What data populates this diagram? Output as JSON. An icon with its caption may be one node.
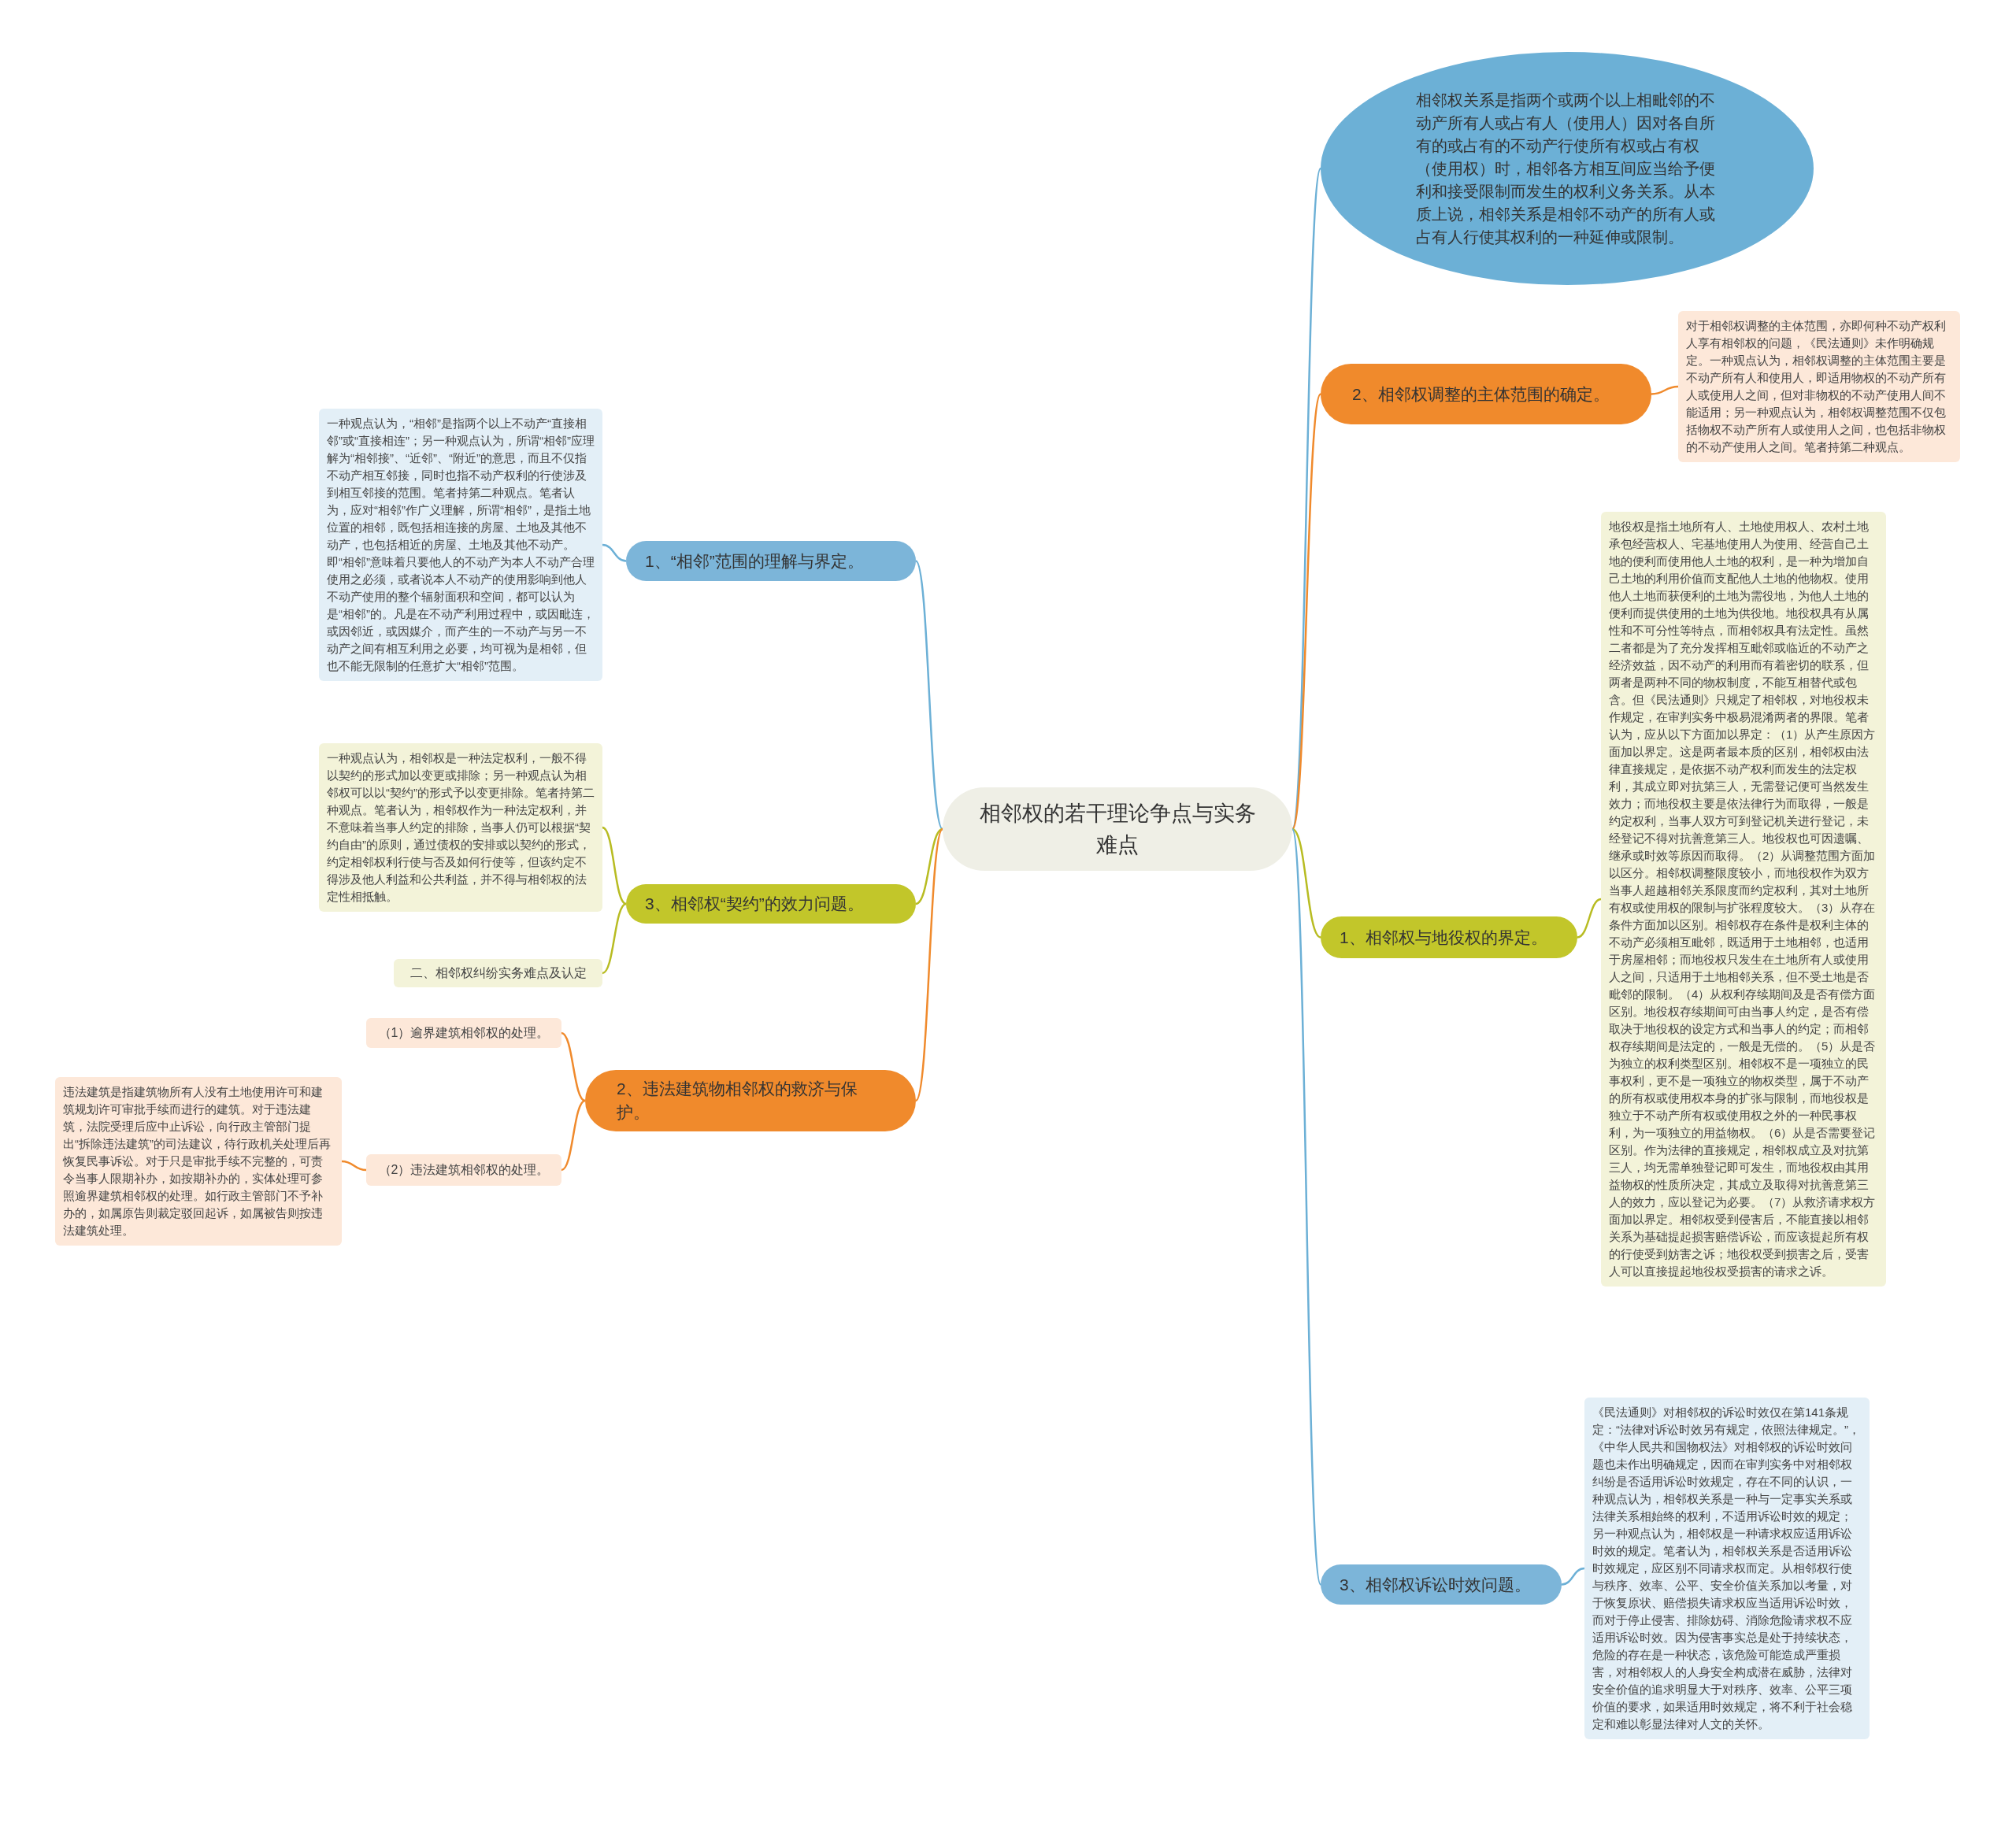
{
  "diagram": {
    "nodes": [
      {
        "text": [
          "相邻权的若干理论争点与实务难点"
        ]
      },
      {
        "text": [
          "相邻权关系是指两个或两个以上相毗邻的不动产所有人或占有人（使用人）因对各自所有的或占有的不动产行使所有权或占有权（使用权）时，相邻各方相互间应当给予便利和接受限制而发生的权利义务关系。从本质上说，相邻关系是相邻不动产的所有人或占有人行使其权利的一种延伸或限制。"
        ]
      },
      {
        "text": [
          "2、相邻权调整的主体范围的确定。"
        ]
      },
      {
        "text": [
          "对于相邻权调整的主体范围，亦即何种不动产权利人享有相邻权的问题，《民法通则》未作明确规定。一种观点认为，相邻权调整的主体范围主要是不动产所有人和使用人，即适用物权的不动产所有人或使用人之间，但对非物权的不动产使用人间不能适用；另一种观点认为，相邻权调整范围不仅包括物权不动产所有人或使用人之间，也包括非物权的不动产使用人之间。笔者持第二种观点。"
        ]
      },
      {
        "text": [
          "1、相邻权与地役权的界定。"
        ]
      },
      {
        "text": [
          "地役权是指土地所有人、土地使用权人、农村土地承包经营权人、宅基地使用人为使用、经营自己土地的便利而使用他人土地的权利，是一种为增加自己土地的利用价值而支配他人土地的他物权。使用他人土地而获便利的土地为需役地，为他人土地的便利而提供使用的土地为供役地。地役权具有从属性和不可分性等特点，而相邻权具有法定性。虽然二者都是为了充分发挥相互毗邻或临近的不动产之经济效益，因不动产的利用而有着密切的联系，但两者是两种不同的物权制度，不能互相替代或包含。但《民法通则》只规定了相邻权，对地役权未作规定，在审判实务中极易混淆两者的界限。笔者认为，应从以下方面加以界定：（1）从产生原因方面加以界定。这是两者最本质的区别，相邻权由法律直接规定，是依据不动产权利而发生的法定权利，其成立即对抗第三人，无需登记便可当然发生效力；而地役权主要是依法律行为而取得，一般是约定权利，当事人双方可到登记机关进行登记，未经登记不得对抗善意第三人。地役权也可因遗嘱、继承或时效等原因而取得。（2）从调整范围方面加以区分。相邻权调整限度较小，而地役权作为双方当事人超越相邻关系限度而约定权利，其对土地所有权或使用权的限制与扩张程度较大。（3）从存在条件方面加以区别。相邻权存在条件是权利主体的不动产必须相互毗邻，既适用于土地相邻，也适用于房屋相邻；而地役权只发生在土地所有人或使用人之间，只适用于土地相邻关系，但不受土地是否毗邻的限制。（4）从权利存续期间及是否有偿方面区别。地役权存续期间可由当事人约定，是否有偿取决于地役权的设定方式和当事人的约定；而相邻权存续期间是法定的，一般是无偿的。（5）从是否为独立的权利类型区别。相邻权不是一项独立的民事权利，更不是一项独立的物权类型，属于不动产的所有权或使用权本身的扩张与限制，而地役权是独立于不动产所有权或使用权之外的一种民事权利，为一项独立的用益物权。（6）从是否需要登记区别。作为法律的直接规定，相邻权成立及对抗第三人，均无需单独登记即可发生，而地役权由其用益物权的性质所决定，其成立及取得对抗善意第三人的效力，应以登记为必要。（7）从救济请求权方面加以界定。相邻权受到侵害后，不能直接以相邻关系为基础提起损害赔偿诉讼，而应该提起所有权的行使受到妨害之诉；地役权受到损害之后，受害人可以直接提起地役权受损害的请求之诉。"
        ]
      },
      {
        "text": [
          "3、相邻权诉讼时效问题。"
        ]
      },
      {
        "text": [
          "《民法通则》对相邻权的诉讼时效仅在第141条规定：“法律对诉讼时效另有规定，依照法律规定。”，《中华人民共和国物权法》对相邻权的诉讼时效问题也未作出明确规定，因而在审判实务中对相邻权纠纷是否适用诉讼时效规定，存在不同的认识，一种观点认为，相邻权关系是一种与一定事实关系或法律关系相始终的权利，不适用诉讼时效的规定；另一种观点认为，相邻权是一种请求权应适用诉讼时效的规定。笔者认为，相邻权关系是否适用诉讼时效规定，应区别不同请求权而定。从相邻权行使与秩序、效率、公平、安全价值关系加以考量，对于恢复原状、赔偿损失请求权应当适用诉讼时效，而对于停止侵害、排除妨碍、消除危险请求权不应适用诉讼时效。因为侵害事实总是处于持续状态，危险的存在是一种状态，该危险可能造成严重损害，对相邻权人的人身安全构成潜在威胁，法律对安全价值的追求明显大于对秩序、效率、公平三项价值的要求，如果适用时效规定，将不利于社会稳定和难以彰显法律对人文的关怀。"
        ]
      },
      {
        "text": [
          "1、“相邻”范围的理解与界定。"
        ]
      },
      {
        "text": [
          "一种观点认为，“相邻”是指两个以上不动产“直接相邻”或“直接相连”；另一种观点认为，所谓“相邻”应理解为“相邻接”、“近邻”、“附近”的意思，而且不仅指不动产相互邻接，同时也指不动产权利的行使涉及到相互邻接的范围。笔者持第二种观点。笔者认为，应对“相邻”作广义理解，所谓“相邻”，是指土地位置的相邻，既包括相连接的房屋、土地及其他不动产，也包括相近的房屋、土地及其他不动产。即“相邻”意味着只要他人的不动产为本人不动产合理使用之必须，或者说本人不动产的使用影响到他人不动产使用的整个辐射面积和空间，都可以认为是“相邻”的。凡是在不动产利用过程中，或因毗连，或因邻近，或因媒介，而产生的一不动产与另一不动产之间有相互利用之必要，均可视为是相邻，但也不能无限制的任意扩大“相邻”范围。"
        ]
      },
      {
        "text": [
          "3、相邻权“契约”的效力问题。"
        ]
      },
      {
        "text": [
          "一种观点认为，相邻权是一种法定权利，一般不得以契约的形式加以变更或排除；另一种观点认为相邻权可以以“契约”的形式予以变更排除。笔者持第二种观点。笔者认为，相邻权作为一种法定权利，并不意味着当事人约定的排除，当事人仍可以根据“契约自由”的原则，通过债权的安排或以契约的形式，约定相邻权利行使与否及如何行使等，但该约定不得涉及他人利益和公共利益，并不得与相邻权的法定性相抵触。"
        ]
      },
      {
        "text": [
          "二、相邻权纠纷实务难点及认定"
        ]
      },
      {
        "text": [
          "2、违法建筑物相邻权的救济与保护。"
        ]
      },
      {
        "text": [
          "（1）逾界建筑相邻权的处理。"
        ]
      },
      {
        "text": [
          "（2）违法建筑相邻权的处理。"
        ]
      },
      {
        "text": [
          "违法建筑是指建筑物所有人没有土地使用许可和建筑规划许可审批手续而进行的建筑。对于违法建筑，法院受理后应中止诉讼，向行政主管部门提出“拆除违法建筑”的司法建议，待行政机关处理后再恢复民事诉讼。对于只是审批手续不完整的，可责令当事人限期补办，如按期补办的，实体处理可参照逾界建筑相邻权的处理。如行政主管部门不予补办的，如属原告则裁定驳回起诉，如属被告则按违法建筑处理。"
        ]
      }
    ],
    "edges": [
      {
        "from": 0,
        "to": 1,
        "arrow": "none",
        "color": "#6cb0d6"
      },
      {
        "from": 0,
        "to": 2,
        "arrow": "none",
        "color": "#f08a2c"
      },
      {
        "from": 2,
        "to": 3,
        "arrow": "none",
        "color": "#f08a2c"
      },
      {
        "from": 0,
        "to": 4,
        "arrow": "none",
        "color": "#b8bc22"
      },
      {
        "from": 4,
        "to": 5,
        "arrow": "none",
        "color": "#b8bc22"
      },
      {
        "from": 0,
        "to": 6,
        "arrow": "none",
        "color": "#6cb0d6"
      },
      {
        "from": 6,
        "to": 7,
        "arrow": "none",
        "color": "#6cb0d6"
      },
      {
        "from": 0,
        "to": 8,
        "arrow": "none",
        "color": "#6cb0d6"
      },
      {
        "from": 8,
        "to": 9,
        "arrow": "none",
        "color": "#6cb0d6"
      },
      {
        "from": 0,
        "to": 10,
        "arrow": "none",
        "color": "#b8bc22"
      },
      {
        "from": 10,
        "to": 11,
        "arrow": "none",
        "color": "#b8bc22"
      },
      {
        "from": 10,
        "to": 12,
        "arrow": "none",
        "color": "#b8bc22"
      },
      {
        "from": 0,
        "to": 13,
        "arrow": "none",
        "color": "#f08a2c"
      },
      {
        "from": 13,
        "to": 14,
        "arrow": "none",
        "color": "#f08a2c"
      },
      {
        "from": 13,
        "to": 15,
        "arrow": "none",
        "color": "#f08a2c"
      },
      {
        "from": 15,
        "to": 16,
        "arrow": "none",
        "color": "#f08a2c"
      }
    ]
  }
}
